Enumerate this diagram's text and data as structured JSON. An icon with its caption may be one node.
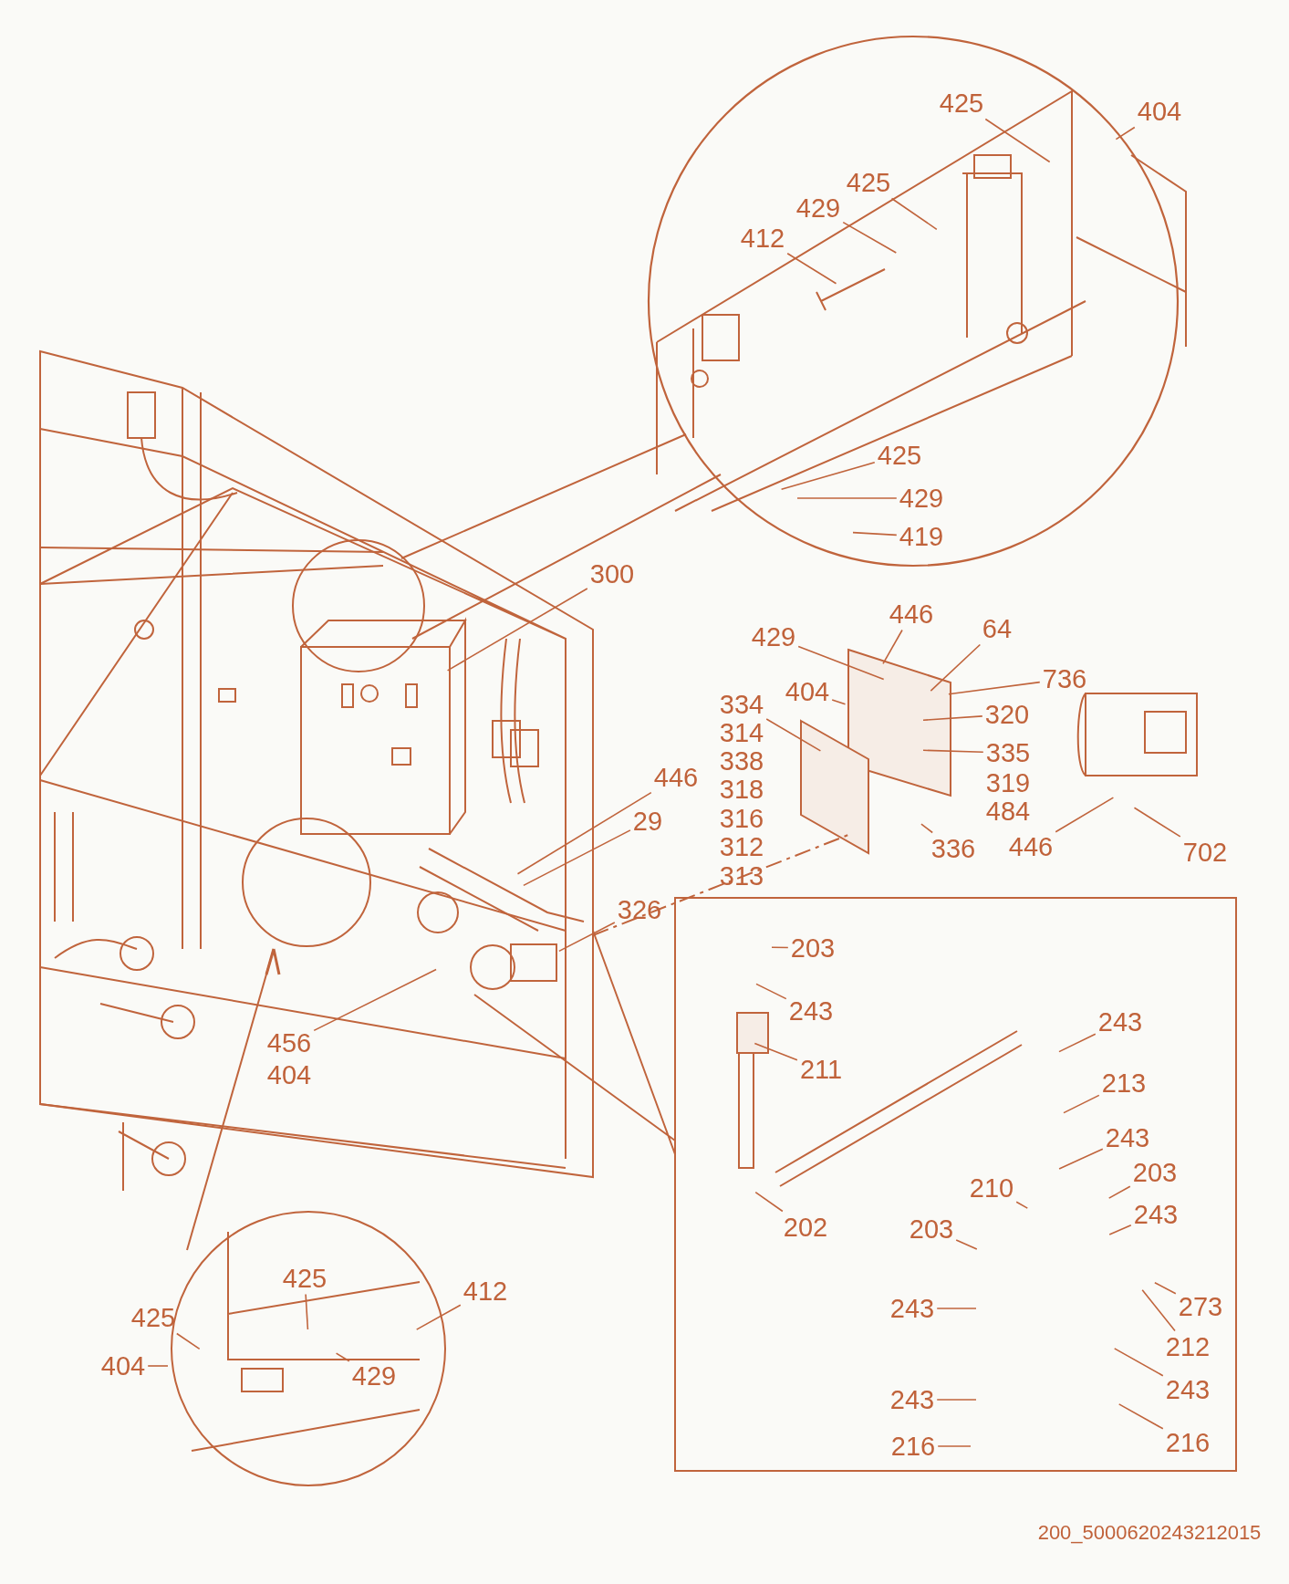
{
  "diagram": {
    "nodes": [
      {
        "text": [
          "425"
        ]
      },
      {
        "text": [
          "404"
        ]
      },
      {
        "text": [
          "425"
        ]
      },
      {
        "text": [
          "429"
        ]
      },
      {
        "text": [
          "412"
        ]
      },
      {
        "text": [
          "425"
        ]
      },
      {
        "text": [
          "429"
        ]
      },
      {
        "text": [
          "419"
        ]
      },
      {
        "text": [
          "300"
        ]
      },
      {
        "text": [
          "446"
        ]
      },
      {
        "text": [
          "64"
        ]
      },
      {
        "text": [
          "429"
        ]
      },
      {
        "text": [
          "736"
        ]
      },
      {
        "text": [
          "404"
        ]
      },
      {
        "text": [
          "320"
        ]
      },
      {
        "text": [
          "334"
        ]
      },
      {
        "text": [
          "335"
        ]
      },
      {
        "text": [
          "446"
        ]
      },
      {
        "text": [
          "336"
        ]
      },
      {
        "text": [
          "446"
        ]
      },
      {
        "text": [
          "702"
        ]
      },
      {
        "text": [
          "29"
        ]
      },
      {
        "text": [
          "326"
        ]
      },
      {
        "text": [
          "203"
        ]
      },
      {
        "text": [
          "243"
        ]
      },
      {
        "text": [
          "243"
        ]
      },
      {
        "text": [
          "456"
        ]
      },
      {
        "text": [
          "211"
        ]
      },
      {
        "text": [
          "213"
        ]
      },
      {
        "text": [
          "243"
        ]
      },
      {
        "text": [
          "203"
        ]
      },
      {
        "text": [
          "210"
        ]
      },
      {
        "text": [
          "243"
        ]
      },
      {
        "text": [
          "202"
        ]
      },
      {
        "text": [
          "203"
        ]
      },
      {
        "text": [
          "425"
        ]
      },
      {
        "text": [
          "412"
        ]
      },
      {
        "text": [
          "273"
        ]
      },
      {
        "text": [
          "243"
        ]
      },
      {
        "text": [
          "425"
        ]
      },
      {
        "text": [
          "212"
        ]
      },
      {
        "text": [
          "404"
        ]
      },
      {
        "text": [
          "429"
        ]
      },
      {
        "text": [
          "243"
        ]
      },
      {
        "text": [
          "243"
        ]
      },
      {
        "text": [
          "216"
        ]
      },
      {
        "text": [
          "216"
        ]
      }
    ],
    "edges": [
      {
        "from": 0,
        "to": null,
        "arrow": "none"
      },
      {
        "from": 1,
        "to": null,
        "arrow": "none"
      },
      {
        "from": 2,
        "to": null,
        "arrow": "none"
      },
      {
        "from": 3,
        "to": null,
        "arrow": "none"
      },
      {
        "from": 4,
        "to": null,
        "arrow": "none"
      },
      {
        "from": 5,
        "to": null,
        "arrow": "none"
      },
      {
        "from": 6,
        "to": null,
        "arrow": "none"
      },
      {
        "from": 7,
        "to": null,
        "arrow": "none"
      },
      {
        "from": 8,
        "to": null,
        "arrow": "none"
      },
      {
        "from": 9,
        "to": null,
        "arrow": "none"
      },
      {
        "from": 10,
        "to": null,
        "arrow": "none"
      },
      {
        "from": 11,
        "to": null,
        "arrow": "none"
      },
      {
        "from": 12,
        "to": null,
        "arrow": "none"
      },
      {
        "from": 13,
        "to": null,
        "arrow": "none"
      },
      {
        "from": 14,
        "to": null,
        "arrow": "none"
      },
      {
        "from": 15,
        "to": null,
        "arrow": "none"
      },
      {
        "from": 16,
        "to": null,
        "arrow": "none"
      },
      {
        "from": 17,
        "to": null,
        "arrow": "none"
      },
      {
        "from": 18,
        "to": null,
        "arrow": "none"
      },
      {
        "from": 19,
        "to": null,
        "arrow": "none"
      },
      {
        "from": 20,
        "to": null,
        "arrow": "none"
      },
      {
        "from": 21,
        "to": null,
        "arrow": "none"
      },
      {
        "from": 22,
        "to": null,
        "arrow": "none"
      },
      {
        "from": 23,
        "to": null,
        "arrow": "none"
      },
      {
        "from": 24,
        "to": null,
        "arrow": "none"
      },
      {
        "from": 25,
        "to": null,
        "arrow": "none"
      },
      {
        "from": 26,
        "to": null,
        "arrow": "none"
      },
      {
        "from": 27,
        "to": null,
        "arrow": "none"
      },
      {
        "from": 28,
        "to": null,
        "arrow": "none"
      },
      {
        "from": 29,
        "to": null,
        "arrow": "none"
      },
      {
        "from": 30,
        "to": null,
        "arrow": "none"
      },
      {
        "from": 31,
        "to": null,
        "arrow": "none"
      },
      {
        "from": 32,
        "to": null,
        "arrow": "none"
      },
      {
        "from": 33,
        "to": null,
        "arrow": "none"
      },
      {
        "from": 34,
        "to": null,
        "arrow": "none"
      },
      {
        "from": 35,
        "to": null,
        "arrow": "none"
      },
      {
        "from": 36,
        "to": null,
        "arrow": "none"
      },
      {
        "from": 37,
        "to": null,
        "arrow": "none"
      },
      {
        "from": 38,
        "to": null,
        "arrow": "none"
      },
      {
        "from": 39,
        "to": null,
        "arrow": "none"
      },
      {
        "from": 40,
        "to": null,
        "arrow": "none"
      },
      {
        "from": 41,
        "to": null,
        "arrow": "none"
      },
      {
        "from": 42,
        "to": null,
        "arrow": "none"
      },
      {
        "from": 43,
        "to": null,
        "arrow": "none"
      },
      {
        "from": 44,
        "to": null,
        "arrow": "none"
      },
      {
        "from": 45,
        "to": null,
        "arrow": "none"
      },
      {
        "from": 46,
        "to": null,
        "arrow": "none"
      }
    ],
    "labels": [
      "314",
      "338",
      "318",
      "316",
      "312",
      "313",
      "319",
      "484",
      "404",
      "200_5000620243212015"
    ]
  }
}
